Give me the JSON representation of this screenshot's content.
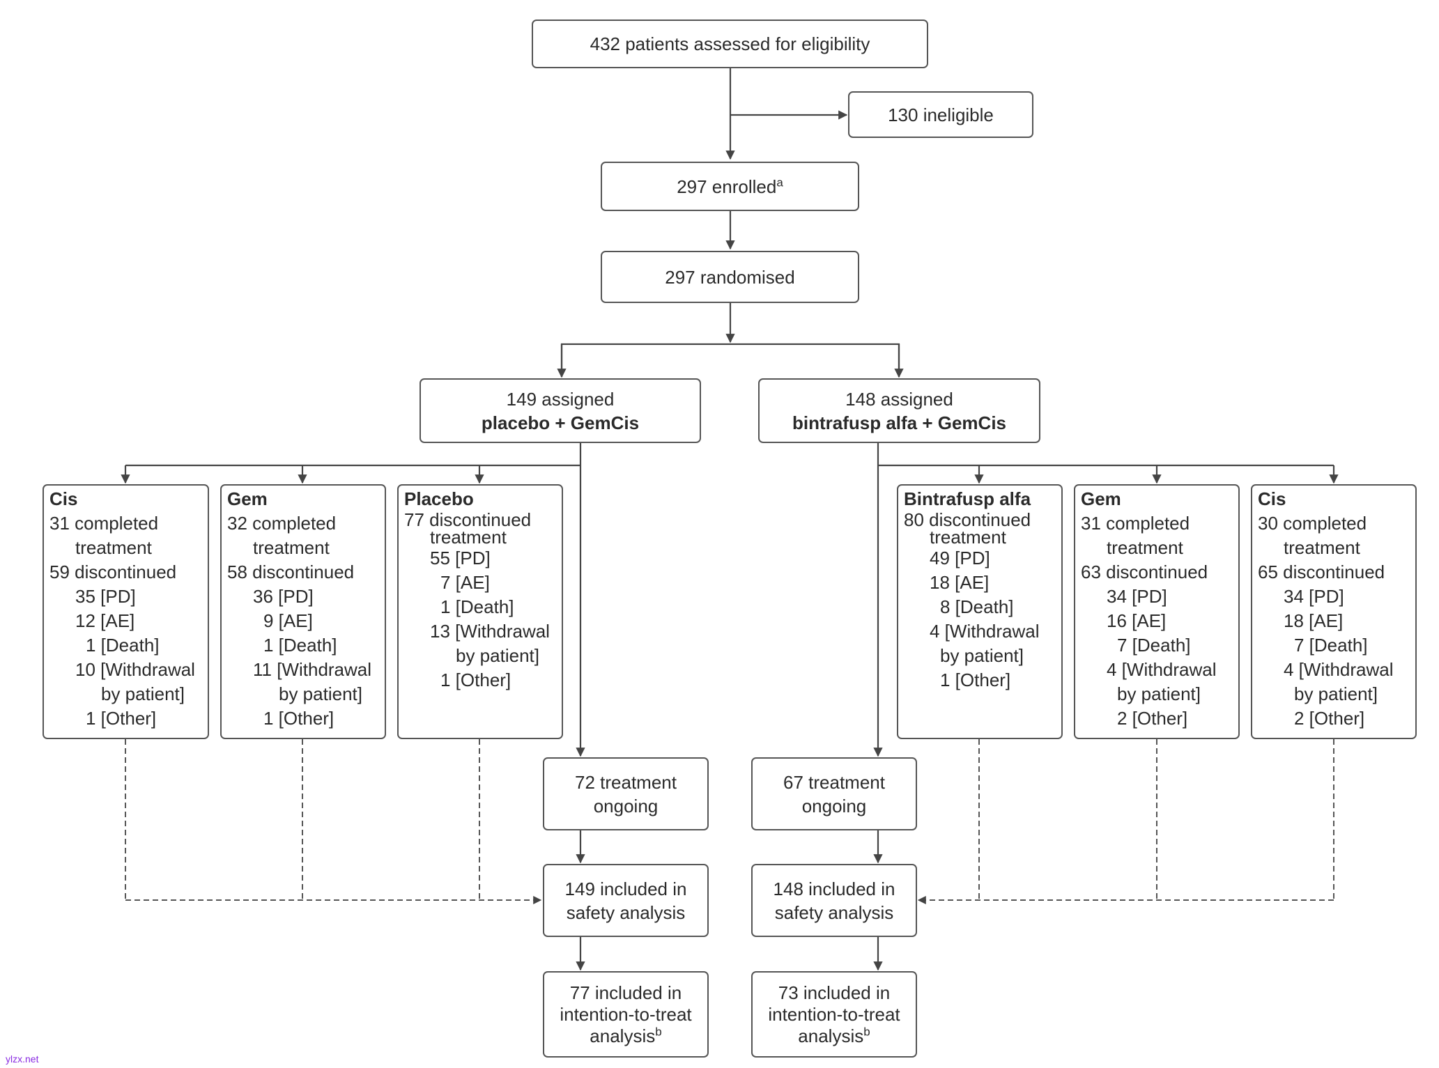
{
  "top": {
    "assessed": "432 patients assessed for eligibility",
    "ineligible": "130 ineligible",
    "enrolled": "297 enrolled",
    "enrolled_note": "a",
    "randomised": "297 randomised"
  },
  "left": {
    "assigned_line1": "149 assigned",
    "assigned_line2": "placebo + GemCis",
    "arms": [
      {
        "title": "Cis",
        "lines": [
          "31 completed",
          "treatment",
          "59 discontinued",
          "35 [PD]",
          "12 [AE]",
          "1 [Death]",
          "10 [Withdrawal",
          "by patient]",
          "1 [Other]"
        ]
      },
      {
        "title": "Gem",
        "lines": [
          "32 completed",
          "treatment",
          "58 discontinued",
          "36 [PD]",
          "9 [AE]",
          "1 [Death]",
          "11 [Withdrawal",
          "by patient]",
          "1 [Other]"
        ]
      },
      {
        "title": "Placebo",
        "lines": [
          "77 discontinued",
          "treatment",
          "55 [PD]",
          "7 [AE]",
          "1 [Death]",
          "13 [Withdrawal",
          "by patient]",
          "1 [Other]"
        ]
      }
    ],
    "ongoing_line1": "72 treatment",
    "ongoing_line2": "ongoing",
    "safety_line1": "149 included in",
    "safety_line2": "safety analysis",
    "itt_line1": "77 included in",
    "itt_line2": "intention-to-treat",
    "itt_line3": "analysis",
    "itt_note": "b"
  },
  "right": {
    "assigned_line1": "148 assigned",
    "assigned_line2": "bintrafusp alfa + GemCis",
    "arms": [
      {
        "title": "Bintrafusp alfa",
        "lines": [
          "80 discontinued",
          "treatment",
          "49 [PD]",
          "18 [AE]",
          "8 [Death]",
          "4 [Withdrawal",
          "by patient]",
          "1 [Other]"
        ]
      },
      {
        "title": "Gem",
        "lines": [
          "31 completed",
          "treatment",
          "63 discontinued",
          "34 [PD]",
          "16 [AE]",
          "7 [Death]",
          "4 [Withdrawal",
          "by patient]",
          "2 [Other]"
        ]
      },
      {
        "title": "Cis",
        "lines": [
          "30 completed",
          "treatment",
          "65 discontinued",
          "34 [PD]",
          "18 [AE]",
          "7 [Death]",
          "4 [Withdrawal",
          "by patient]",
          "2 [Other]"
        ]
      }
    ],
    "ongoing_line1": "67 treatment",
    "ongoing_line2": "ongoing",
    "safety_line1": "148 included in",
    "safety_line2": "safety analysis",
    "itt_line1": "73 included in",
    "itt_line2": "intention-to-treat",
    "itt_line3": "analysis",
    "itt_note": "b"
  },
  "watermark": "ylzx.net"
}
